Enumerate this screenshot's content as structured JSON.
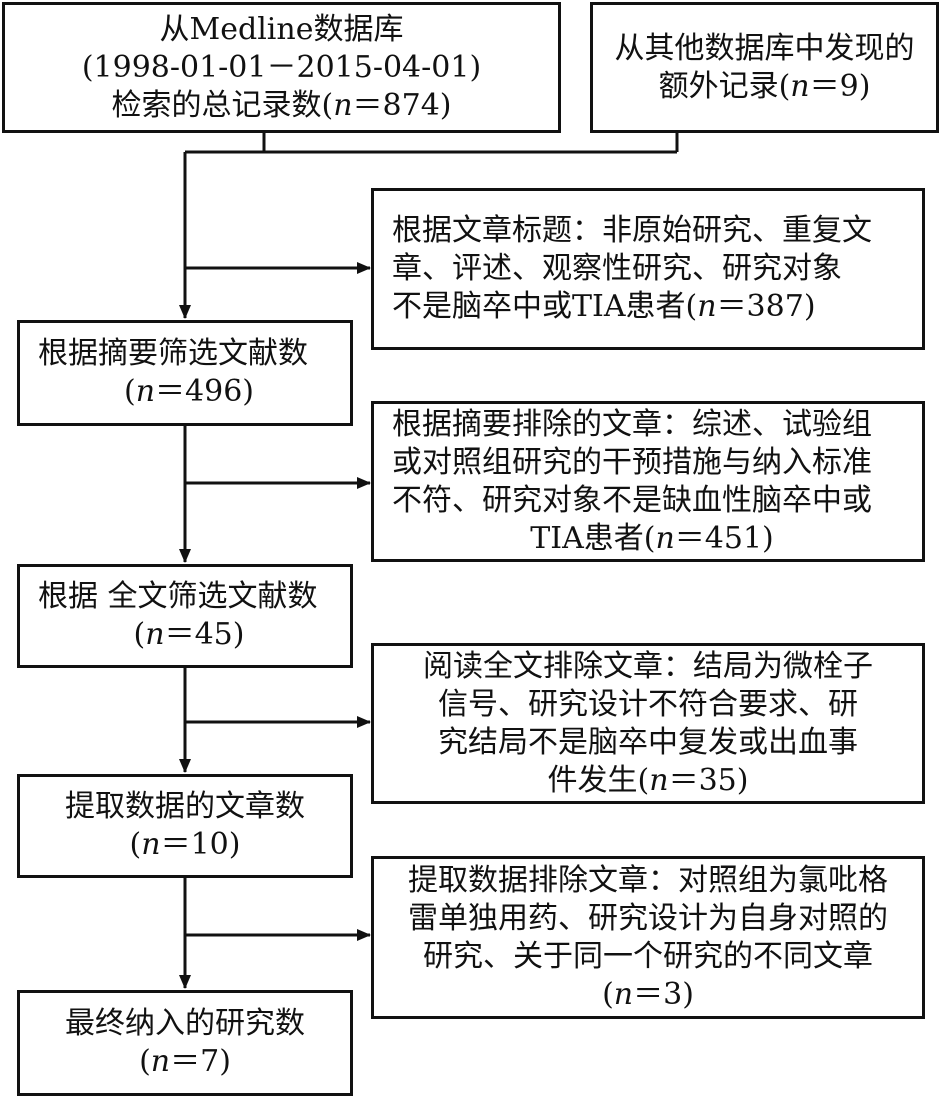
{
  "boxes": {
    "medline": {
      "line1": "从Medline数据库",
      "line2": "(1998-01-01－2015-04-01)",
      "line3_pre": "检索的总记录数(",
      "n": "n",
      "line3_post": "＝874)"
    },
    "other": {
      "line1": "从其他数据库中发现的",
      "line2_pre": "额外记录(",
      "n": "n",
      "line2_post": "＝9)"
    },
    "excl_title": {
      "line1": "根据文章标题：非原始研究、重复文",
      "line2": "章、评述、观察性研究、研究对象",
      "line3_pre": "不是脑卒中或TIA患者(",
      "n": "n",
      "line3_post": "＝387)"
    },
    "abstract_screen": {
      "line1": "根据摘要筛选文献数",
      "line2_pre": "(",
      "n": "n",
      "line2_post": "＝496)"
    },
    "excl_abstract": {
      "line1": "根据摘要排除的文章：综述、试验组",
      "line2": "或对照组研究的干预措施与纳入标准",
      "line3": "不符、研究对象不是缺血性脑卒中或",
      "line4_pre": "TIA患者(",
      "n": "n",
      "line4_post": "＝451)"
    },
    "fulltext_screen": {
      "line1": "根据 全文筛选文献数",
      "line2_pre": "(",
      "n": "n",
      "line2_post": "＝45)"
    },
    "excl_fulltext": {
      "line1": "阅读全文排除文章：结局为微栓子",
      "line2": "信号、研究设计不符合要求、研",
      "line3": "究结局不是脑卒中复发或出血事",
      "line4_pre": "件发生(",
      "n": "n",
      "line4_post": "＝35)"
    },
    "extract": {
      "line1": "提取数据的文章数",
      "line2_pre": "(",
      "n": "n",
      "line2_post": "＝10)"
    },
    "excl_extract": {
      "line1": "提取数据排除文章：对照组为氯吡格",
      "line2": "雷单独用药、研究设计为自身对照的",
      "line3": "研究、关于同一个研究的不同文章",
      "line4_pre": "(",
      "n": "n",
      "line4_post": "＝3)"
    },
    "final": {
      "line1": "最终纳入的研究数",
      "line2_pre": "(",
      "n": "n",
      "line2_post": "＝7)"
    }
  }
}
